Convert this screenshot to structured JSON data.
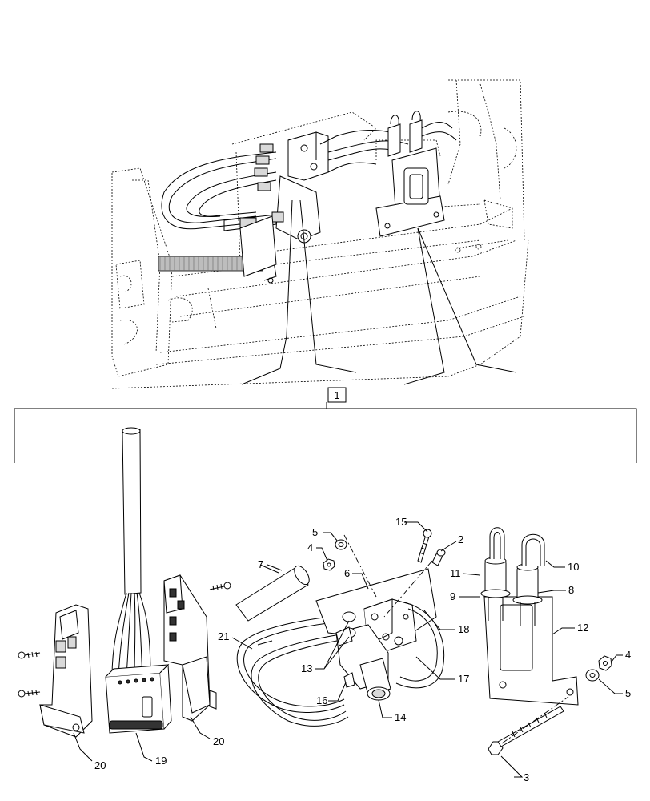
{
  "diagram": {
    "assembly_callout": "1",
    "callouts": {
      "c2": "2",
      "c3": "3",
      "c4_left": "4",
      "c4_right": "4",
      "c5_left": "5",
      "c5_right": "5",
      "c6": "6",
      "c7": "7",
      "c8": "8",
      "c9": "9",
      "c10": "10",
      "c11": "11",
      "c12": "12",
      "c13": "13",
      "c14": "14",
      "c15": "15",
      "c16": "16",
      "c17": "17",
      "c18": "18",
      "c19": "19",
      "c20_left": "20",
      "c20_mid": "20",
      "c21": "21"
    }
  }
}
